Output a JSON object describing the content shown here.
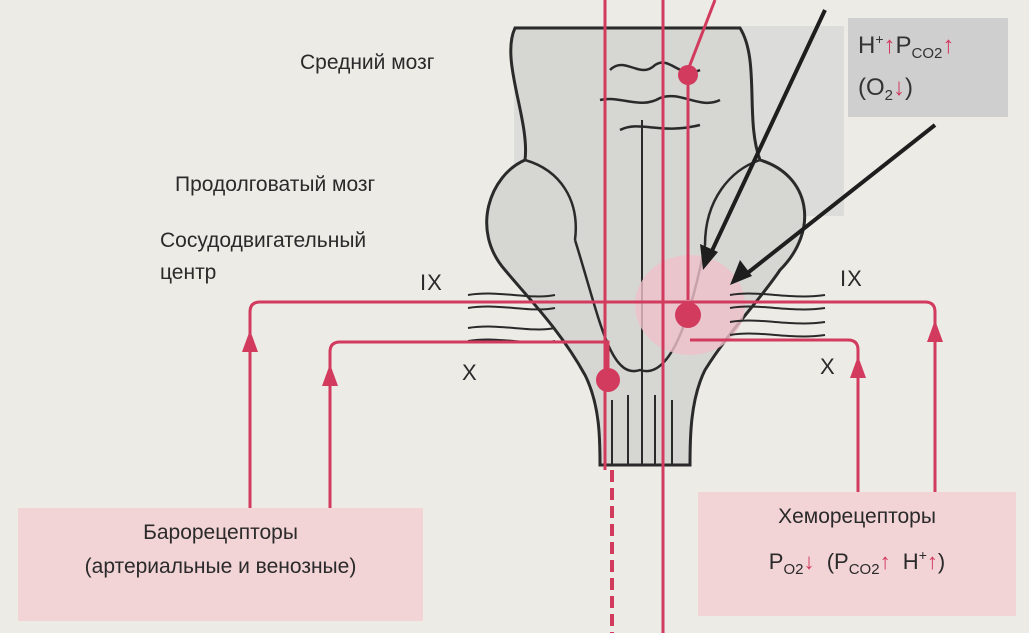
{
  "labels": {
    "midbrain": "Средний мозг",
    "medulla": "Продолговатый мозг",
    "vasomotor_line1": "Сосудодвигательный",
    "vasomotor_line2": "центр"
  },
  "nerves": {
    "ix_left": "IX",
    "x_left": "X",
    "ix_right": "IX",
    "x_right": "X"
  },
  "stimuli": {
    "h": "H",
    "h_sup": "+",
    "arrow_up": "↑",
    "p": "P",
    "co2": "CO",
    "two": "2",
    "o_open": "(O",
    "arrow_down": "↓",
    "close": ")"
  },
  "baroreceptors": {
    "title": "Барорецепторы",
    "subtitle": "(артериальные и венозные)"
  },
  "chemoreceptors": {
    "title": "Хеморецепторы",
    "p": "P",
    "o2": "O",
    "two": "2",
    "down": "↓",
    "paren_open": "(P",
    "co2": "CO",
    "up": "↑",
    "h": "H",
    "plus": "+",
    "close": ")"
  },
  "colors": {
    "pathway": "#d23a5e",
    "brainstem_fill": "#d6d6d3",
    "receptor_box": "#f2d3d6",
    "stimulus_box": "#cfcfcf"
  }
}
